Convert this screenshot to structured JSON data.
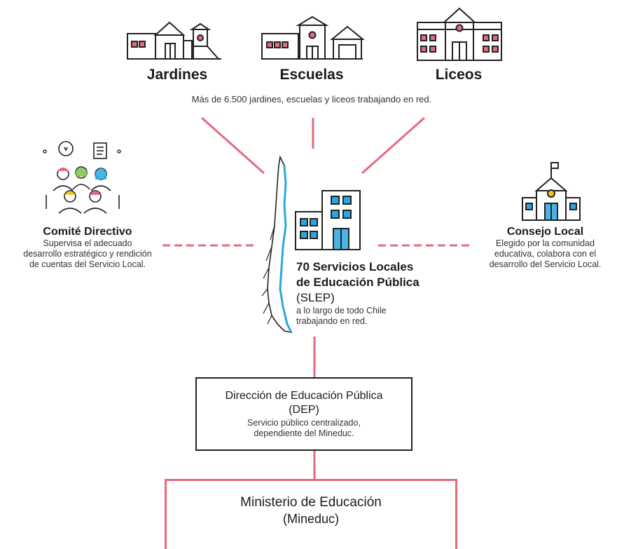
{
  "top": {
    "jardines": "Jardines",
    "escuelas": "Escuelas",
    "liceos": "Liceos",
    "subtitle": "Más de 6.500 jardines, escuelas y liceos trabajando en red."
  },
  "comite": {
    "title": "Comité Directivo",
    "lines": [
      "Supervisa el adecuado",
      "desarrollo estratégico y rendición",
      "de cuentas del Servicio Local."
    ]
  },
  "consejo": {
    "title": "Consejo Local",
    "lines": [
      "Elegido por la comunidad",
      "educativa, colabora con el",
      "desarrollo del Servicio Local."
    ]
  },
  "slep": {
    "line1": "70 Servicios Locales",
    "line2": "de Educación Pública",
    "abbr": "(SLEP)",
    "desc1": "a lo largo de todo Chile",
    "desc2": "trabajando en red."
  },
  "dep": {
    "title": "Dirección de Educación Pública",
    "abbr": "(DEP)",
    "desc1": "Servicio público centralizado,",
    "desc2": "dependiente del Mineduc."
  },
  "mineduc": {
    "title": "Ministerio de Educación",
    "abbr": "(Mineduc)"
  },
  "colors": {
    "accent": "#e66a7e",
    "blue": "#29a8e0",
    "ink": "#222222",
    "yellow": "#f5c518",
    "green": "#7dc242"
  },
  "icons": [
    "jardin-building-icon",
    "escuela-building-icon",
    "liceo-building-icon",
    "people-committee-icon",
    "chile-map-icon",
    "slep-building-icon",
    "consejo-school-icon"
  ]
}
